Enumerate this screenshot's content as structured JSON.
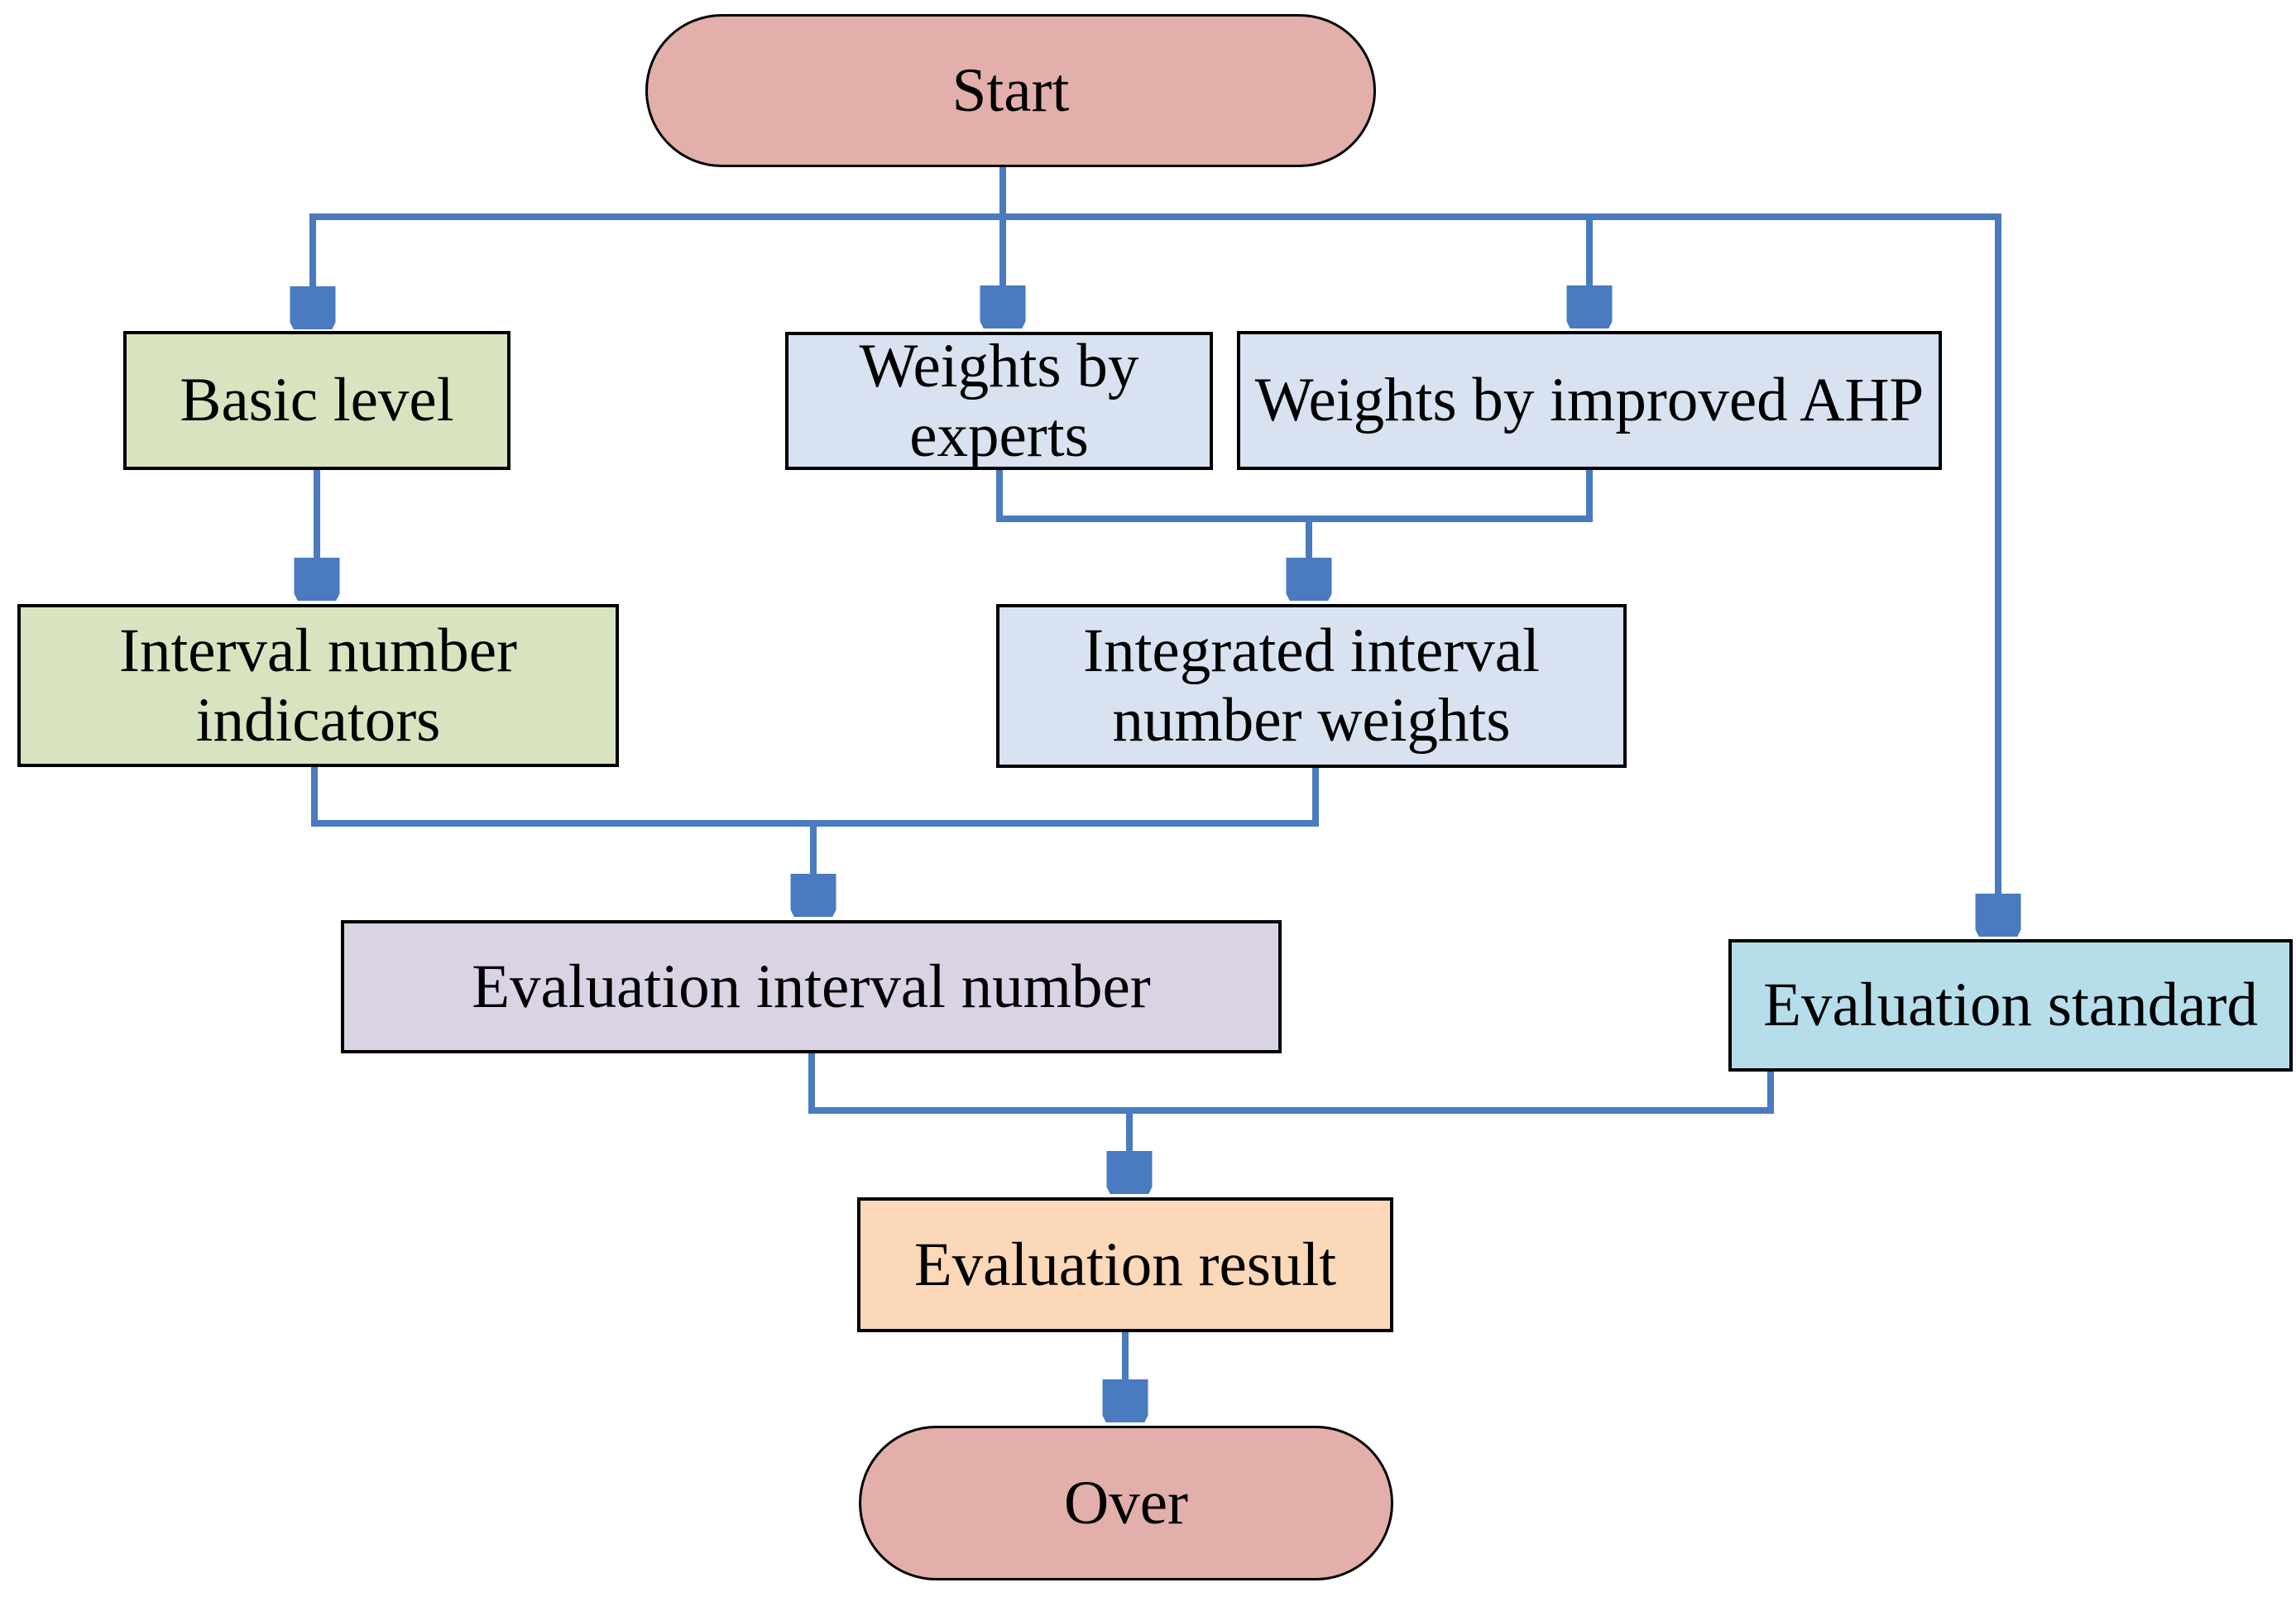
{
  "diagram": {
    "type": "flowchart",
    "nodes": {
      "start": {
        "label": "Start",
        "shape": "terminator",
        "fill": "#E2AFAA"
      },
      "basic_level": {
        "label": "Basic level",
        "shape": "process",
        "fill": "#D8E4C0"
      },
      "weights_experts": {
        "label": "Weights by experts",
        "shape": "process",
        "fill": "#D8E2F0"
      },
      "weights_ahp": {
        "label": "Weights by improved AHP",
        "shape": "process",
        "fill": "#D8E2F0"
      },
      "interval_indicators": {
        "label": "Interval number indicators",
        "shape": "process",
        "fill": "#D8E4C0"
      },
      "integrated_weights": {
        "label": "Integrated interval number weights",
        "shape": "process",
        "fill": "#D8E2F0"
      },
      "evaluation_interval": {
        "label": "Evaluation interval number",
        "shape": "process",
        "fill": "#D9D3E4"
      },
      "evaluation_standard": {
        "label": "Evaluation standard",
        "shape": "process",
        "fill": "#B5DEEA"
      },
      "evaluation_result": {
        "label": "Evaluation result",
        "shape": "process",
        "fill": "#FAD8B8"
      },
      "over": {
        "label": "Over",
        "shape": "terminator",
        "fill": "#E2AFAA"
      }
    },
    "edges": [
      {
        "from": "start",
        "to": "basic_level"
      },
      {
        "from": "start",
        "to": "weights_experts"
      },
      {
        "from": "start",
        "to": "weights_ahp"
      },
      {
        "from": "start",
        "to": "evaluation_standard"
      },
      {
        "from": "basic_level",
        "to": "interval_indicators"
      },
      {
        "from": "weights_experts",
        "to": "integrated_weights"
      },
      {
        "from": "weights_ahp",
        "to": "integrated_weights"
      },
      {
        "from": "interval_indicators",
        "to": "evaluation_interval"
      },
      {
        "from": "integrated_weights",
        "to": "evaluation_interval"
      },
      {
        "from": "evaluation_interval",
        "to": "evaluation_result"
      },
      {
        "from": "evaluation_standard",
        "to": "evaluation_result"
      },
      {
        "from": "evaluation_result",
        "to": "over"
      }
    ],
    "colors": {
      "arrow": "#4A7ABF",
      "border": "#000000",
      "background": "#FFFFFF",
      "terminal_fill": "#E2AFAA",
      "green_fill": "#D8E4C0",
      "blue_fill": "#D8E2F0",
      "lavender_fill": "#D9D3E4",
      "cyan_fill": "#B5DEEA",
      "peach_fill": "#FAD8B8"
    }
  }
}
